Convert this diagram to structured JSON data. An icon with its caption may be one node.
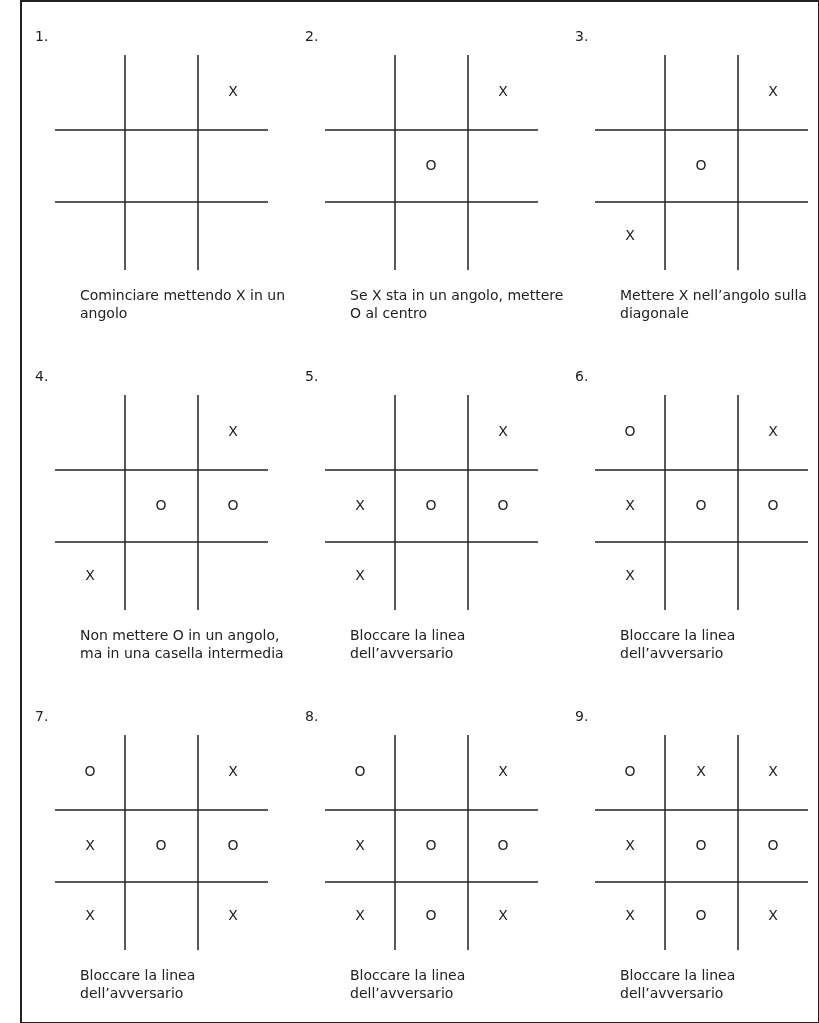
{
  "diagram": {
    "labels": [
      "1.",
      "X",
      "Cominciare mettendo X in un angolo",
      "2.",
      "X",
      "O",
      "Se X sta in un angolo, mettere O al centro",
      "3.",
      "X",
      "O",
      "X",
      "Mettere X nell’angolo sulla diagonale",
      "4.",
      "X",
      "O",
      "O",
      "X",
      "Non mettere O in un angolo, ma in una casella intermedia",
      "5.",
      "X",
      "X",
      "O",
      "O",
      "X",
      "Bloccare la linea dell’avversario",
      "6.",
      "O",
      "X",
      "X",
      "O",
      "O",
      "X",
      "Bloccare la linea dell’avversario",
      "7.",
      "O",
      "X",
      "X",
      "O",
      "O",
      "X",
      "X",
      "Bloccare la linea dell’avversario",
      "8.",
      "O",
      "X",
      "X",
      "O",
      "O",
      "X",
      "O",
      "X",
      "Bloccare la linea dell’avversario",
      "9.",
      "O",
      "X",
      "X",
      "X",
      "O",
      "O",
      "X",
      "O",
      "X",
      "Bloccare la linea dell’avversario"
    ]
  }
}
